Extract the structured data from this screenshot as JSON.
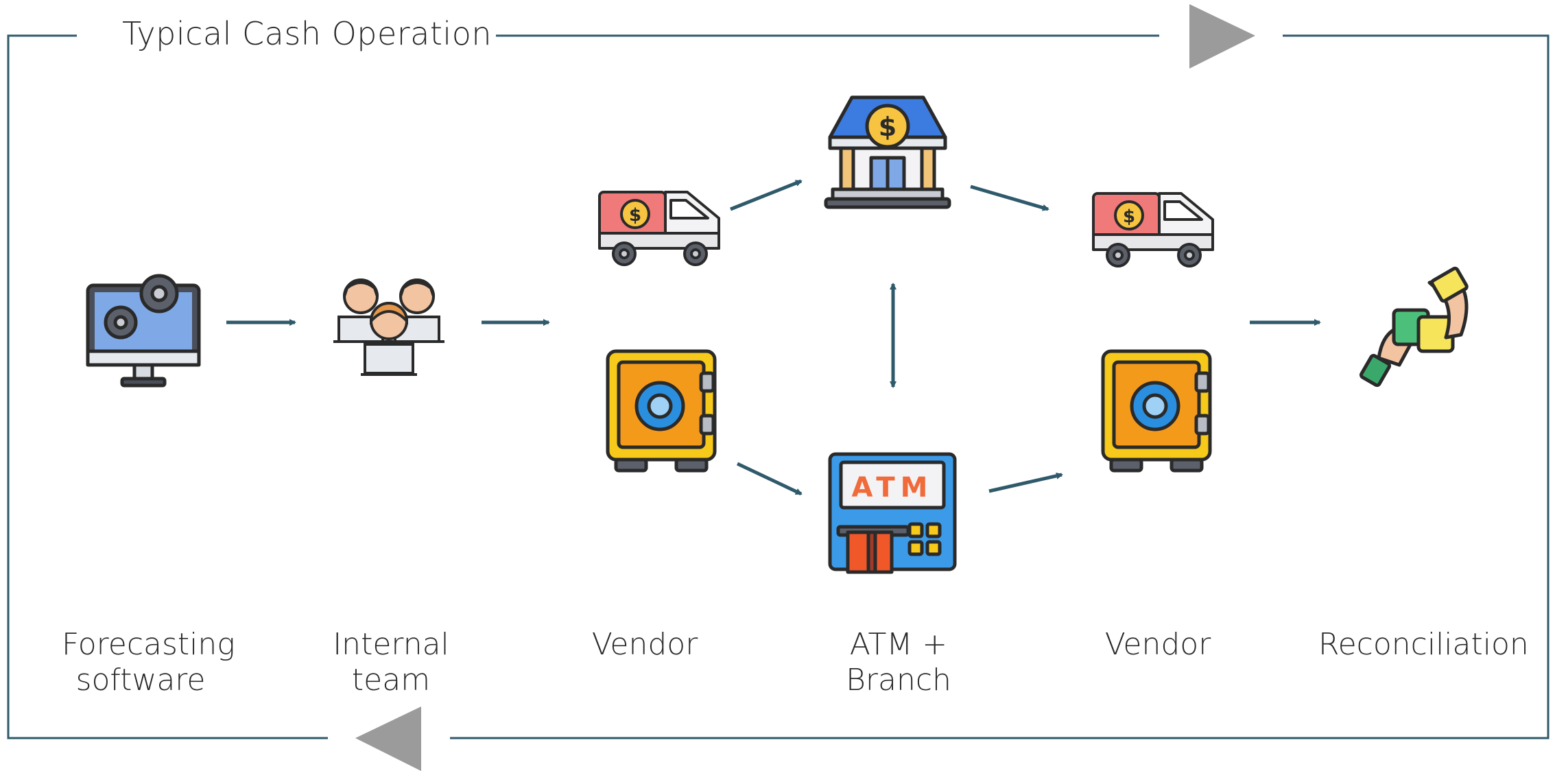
{
  "title": "Typical Cash Operation",
  "stages": {
    "forecasting": "Forecasting software",
    "internal_team": "Internal team",
    "vendor_out": "Vendor",
    "atm_branch": "ATM + Branch",
    "vendor_in": "Vendor",
    "reconciliation": "Reconciliation"
  },
  "colors": {
    "frame": "#2f5a6b",
    "arrow": "#2f5a6b",
    "flow_triangle": "#9b9b9b"
  },
  "icons": [
    "computer-gear-icon",
    "team-icon",
    "armored-truck-icon",
    "safe-icon",
    "bank-icon",
    "atm-icon",
    "armored-truck-icon",
    "safe-icon",
    "handshake-puzzle-icon"
  ]
}
